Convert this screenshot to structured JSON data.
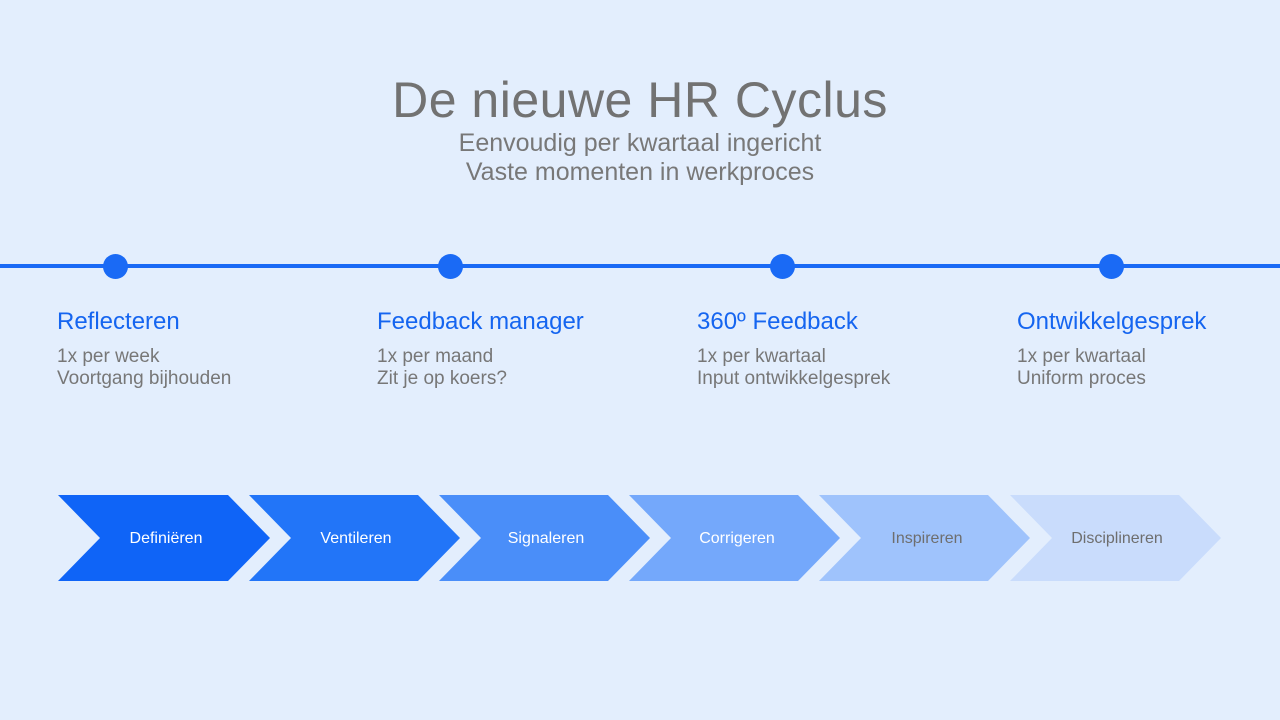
{
  "header": {
    "title": "De nieuwe HR Cyclus",
    "subtitle_lines": [
      "Eenvoudig per kwartaal ingericht",
      "Vaste momenten in werkproces"
    ]
  },
  "milestones": [
    {
      "title": "Reflecteren",
      "lines": [
        "1x per week",
        "Voortgang bijhouden"
      ]
    },
    {
      "title": "Feedback manager",
      "lines": [
        "1x per maand",
        "Zit je op koers?"
      ]
    },
    {
      "title": "360º Feedback",
      "lines": [
        "1x per kwartaal",
        "Input ontwikkelgesprek"
      ]
    },
    {
      "title": "Ontwikkelgesprek",
      "lines": [
        "1x per kwartaal",
        "Uniform proces"
      ]
    }
  ],
  "steps": [
    {
      "label": "Definiëren",
      "color": "#0f64f7",
      "text_color": "#ffffff"
    },
    {
      "label": "Ventileren",
      "color": "#2275f8",
      "text_color": "#ffffff"
    },
    {
      "label": "Signaleren",
      "color": "#4a8ef9",
      "text_color": "#ffffff"
    },
    {
      "label": "Corrigeren",
      "color": "#74a8fb",
      "text_color": "#ffffff"
    },
    {
      "label": "Inspireren",
      "color": "#9fc3fc",
      "text_color": "#6e6e6e"
    },
    {
      "label": "Disciplineren",
      "color": "#c9dcfc",
      "text_color": "#6e6e6e"
    }
  ],
  "colors": {
    "background": "#e3eefd",
    "accent": "#1a6af5"
  }
}
